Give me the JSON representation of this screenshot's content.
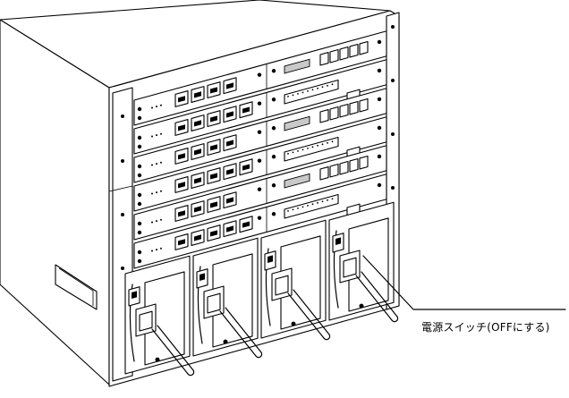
{
  "figure": {
    "callout": {
      "label": "電源スイッチ(OFFにする)"
    }
  },
  "parts": {
    "chassis_icon": "router-chassis-icon",
    "power_unit_count": 4,
    "module_rows": 6
  }
}
